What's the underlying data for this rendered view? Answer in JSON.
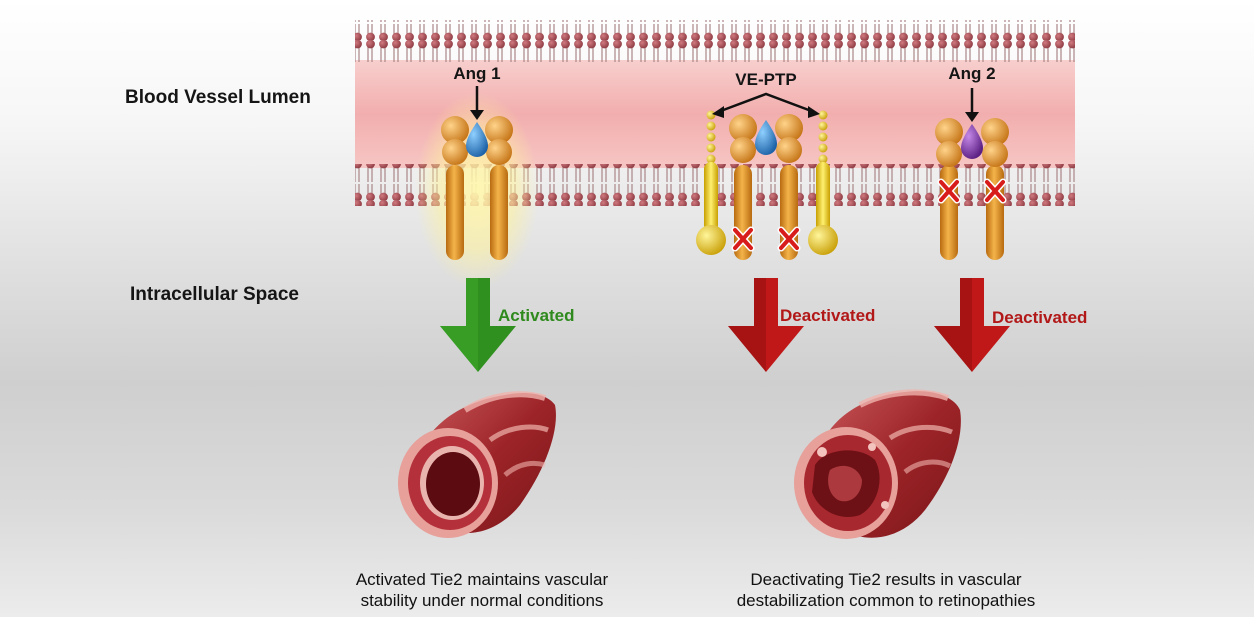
{
  "labels": {
    "lumen": "Blood Vessel Lumen",
    "intracellular": "Intracellular Space"
  },
  "ligands": {
    "ang1": "Ang 1",
    "veptp": "VE-PTP",
    "ang2": "Ang 2"
  },
  "status": {
    "left": "Activated",
    "middle": "Deactivated",
    "right": "Deactivated"
  },
  "captions": {
    "left_line1": "Activated Tie2 maintains vascular",
    "left_line2": "stability under normal conditions",
    "right_line1": "Deactivating Tie2 results in vascular",
    "right_line2": "destabilization common to retinopathies"
  },
  "colors": {
    "lumen": "#f3b8b6",
    "lipid_head": "#a85058",
    "receptor": "#e79a2c",
    "phosphatase": "#e6c21c",
    "ang1_ligand": "#2f86c8",
    "ang2_ligand": "#7a3aa0",
    "activated_arrow": "#2f8f1f",
    "deactivated_arrow": "#c01818",
    "inhibit_mark": "#d81c1c"
  },
  "icons": [
    "down-arrow-icon",
    "x-mark-icon",
    "blood-vessel-icon"
  ]
}
